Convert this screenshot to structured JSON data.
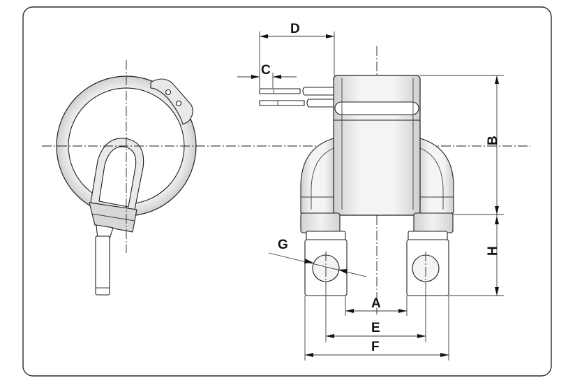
{
  "labels": {
    "A": "A",
    "B": "B",
    "C": "C",
    "D": "D",
    "E": "E",
    "F": "F",
    "G": "G",
    "H": "H"
  },
  "colors": {
    "stroke": "#1e1e1e",
    "fill_light": "#e9e9e9",
    "fill_mid": "#d8d8d8",
    "background": "#ffffff"
  }
}
